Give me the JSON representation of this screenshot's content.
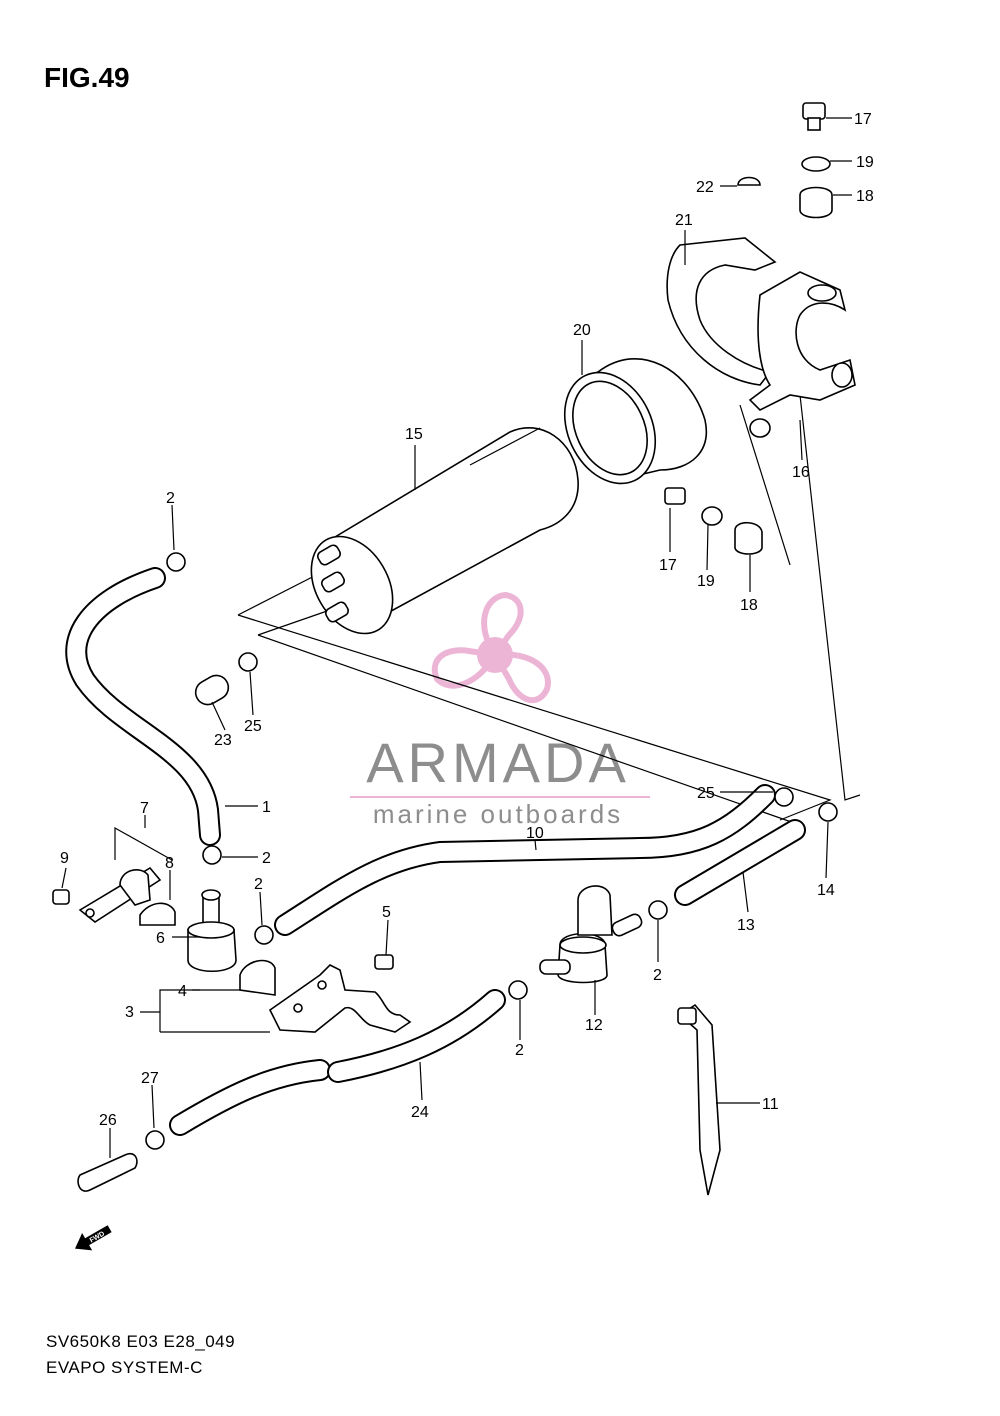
{
  "title": "FIG.49",
  "footer": {
    "code": "SV650K8 E03 E28_049",
    "name": "EVAPO SYSTEM-C"
  },
  "watermark": {
    "brand": "ARMADA",
    "tagline": "marine outboards",
    "pink": "#e9a9cf",
    "grey": "#7a7a7a"
  },
  "fwd_label": "FWD",
  "callouts": [
    "1",
    "2",
    "3",
    "4",
    "5",
    "6",
    "7",
    "8",
    "9",
    "10",
    "11",
    "12",
    "13",
    "14",
    "15",
    "16",
    "17",
    "18",
    "19",
    "20",
    "21",
    "22",
    "23",
    "24",
    "25",
    "26",
    "27"
  ]
}
